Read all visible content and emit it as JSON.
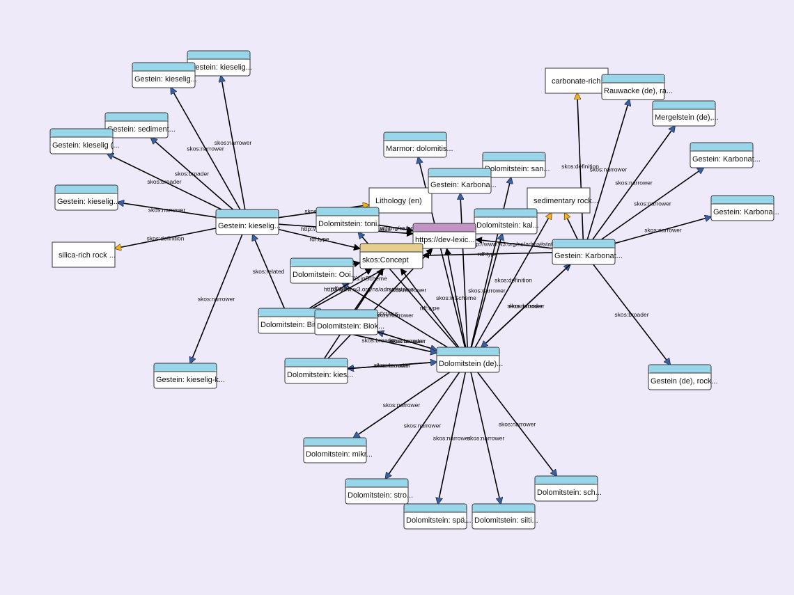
{
  "colors": {
    "background": "#eeeafa",
    "concept_header": "#9ad6ea",
    "class_header": "#e6cf8c",
    "scheme_header": "#c294c4",
    "literal_fill": "#ffffff",
    "arrow_resource": "#3a5f9e",
    "arrow_literal": "#f0b020",
    "arrow_type": "#000000"
  },
  "nodes": [
    {
      "id": "g_kies_center",
      "label": "Gestein: kieselig...",
      "kind": "concept"
    },
    {
      "id": "g_kies_t1",
      "label": "Gestein: kieselig...",
      "kind": "concept"
    },
    {
      "id": "g_kies_t2",
      "label": "Gestein: kieselig...",
      "kind": "concept"
    },
    {
      "id": "g_sediment",
      "label": "Gestein: sediment...",
      "kind": "concept"
    },
    {
      "id": "g_kies_paren",
      "label": "Gestein: kieselig (...",
      "kind": "concept"
    },
    {
      "id": "g_kies_left",
      "label": "Gestein: kieselig...",
      "kind": "concept"
    },
    {
      "id": "lit_silica",
      "label": "silica-rich rock ...",
      "kind": "literal"
    },
    {
      "id": "g_kies_k",
      "label": "Gestein: kieselig-k...",
      "kind": "concept"
    },
    {
      "id": "lit_lithology",
      "label": "Lithology (en)",
      "kind": "literal"
    },
    {
      "id": "marmor",
      "label": "Marmor: dolomitis...",
      "kind": "concept"
    },
    {
      "id": "d_san",
      "label": "Dolomitstein: san...",
      "kind": "concept"
    },
    {
      "id": "g_karb_mid",
      "label": "Gestein: Karbona...",
      "kind": "concept"
    },
    {
      "id": "lit_sedimentary",
      "label": "sedimentary rock...",
      "kind": "literal"
    },
    {
      "id": "d_toni",
      "label": "Dolomitstein: toni...",
      "kind": "concept"
    },
    {
      "id": "d_kal",
      "label": "Dolomitstein: kal...",
      "kind": "concept"
    },
    {
      "id": "scheme",
      "label": "https://dev-lexic...",
      "kind": "scheme"
    },
    {
      "id": "skos_concept",
      "label": "skos:Concept",
      "kind": "class"
    },
    {
      "id": "d_ooi",
      "label": "Dolomitstein: Ooi...",
      "kind": "concept"
    },
    {
      "id": "d_bit",
      "label": "Dolomitstein: Bit...",
      "kind": "concept"
    },
    {
      "id": "d_biok",
      "label": "Dolomitstein: Biok...",
      "kind": "concept"
    },
    {
      "id": "d_kies",
      "label": "Dolomitstein: kies...",
      "kind": "concept"
    },
    {
      "id": "d_main",
      "label": "Dolomitstein (de)...",
      "kind": "concept"
    },
    {
      "id": "d_mikr",
      "label": "Dolomitstein: mikr...",
      "kind": "concept"
    },
    {
      "id": "d_stro",
      "label": "Dolomitstein: stro...",
      "kind": "concept"
    },
    {
      "id": "d_spae",
      "label": "Dolomitstein: spä...",
      "kind": "concept"
    },
    {
      "id": "d_silti",
      "label": "Dolomitstein: silti...",
      "kind": "concept"
    },
    {
      "id": "d_sch",
      "label": "Dolomitstein: sch...",
      "kind": "concept"
    },
    {
      "id": "lit_carbonate",
      "label": "carbonate-rich r...",
      "kind": "literal"
    },
    {
      "id": "rauwacke",
      "label": "Rauwacke (de), ra...",
      "kind": "concept"
    },
    {
      "id": "mergelstein",
      "label": "Mergelstein (de),...",
      "kind": "concept"
    },
    {
      "id": "g_karb_r1",
      "label": "Gestein: Karbonat...",
      "kind": "concept"
    },
    {
      "id": "g_karb_r2",
      "label": "Gestein: Karbona...",
      "kind": "concept"
    },
    {
      "id": "g_karb_center",
      "label": "Gestein: Karbonat...",
      "kind": "concept"
    },
    {
      "id": "g_rock",
      "label": "Gestein (de), rock...",
      "kind": "concept"
    }
  ],
  "edges": [
    {
      "from": "g_kies_center",
      "to": "g_kies_t1",
      "label": "skos:narrower",
      "arrow": "resource"
    },
    {
      "from": "g_kies_center",
      "to": "g_kies_t2",
      "label": "skos:narrower",
      "arrow": "resource"
    },
    {
      "from": "g_kies_center",
      "to": "g_sediment",
      "label": "skos:broader",
      "arrow": "resource"
    },
    {
      "from": "g_kies_center",
      "to": "g_kies_paren",
      "label": "skos:broader",
      "arrow": "resource"
    },
    {
      "from": "g_kies_center",
      "to": "g_kies_left",
      "label": "skos:narrower",
      "arrow": "resource"
    },
    {
      "from": "g_kies_center",
      "to": "lit_silica",
      "label": "skos:definition",
      "arrow": "literal"
    },
    {
      "from": "g_kies_center",
      "to": "g_kies_k",
      "label": "skos:narrower",
      "arrow": "resource"
    },
    {
      "from": "g_kies_center",
      "to": "lit_lithology",
      "label": "skos:prefLabel",
      "arrow": "literal"
    },
    {
      "from": "g_kies_center",
      "to": "scheme",
      "label": "http://www.w3.org/ns/adms#status",
      "arrow": "type"
    },
    {
      "from": "g_kies_center",
      "to": "skos_concept",
      "label": "rdf:type",
      "arrow": "type"
    },
    {
      "from": "d_bit",
      "to": "g_kies_center",
      "label": "skos:related",
      "arrow": "resource"
    },
    {
      "from": "d_main",
      "to": "marmor",
      "label": "",
      "arrow": "resource"
    },
    {
      "from": "d_main",
      "to": "d_san",
      "label": "",
      "arrow": "resource"
    },
    {
      "from": "d_main",
      "to": "g_karb_mid",
      "label": "",
      "arrow": "resource"
    },
    {
      "from": "d_main",
      "to": "lit_sedimentary",
      "label": "skos:definition",
      "arrow": "literal"
    },
    {
      "from": "d_main",
      "to": "d_toni",
      "label": "skos:narrower",
      "arrow": "resource"
    },
    {
      "from": "d_main",
      "to": "d_kal",
      "label": "skos:narrower",
      "arrow": "resource"
    },
    {
      "from": "d_main",
      "to": "scheme",
      "label": "skos:inScheme",
      "arrow": "type"
    },
    {
      "from": "d_main",
      "to": "skos_concept",
      "label": "rdf:type",
      "arrow": "type"
    },
    {
      "from": "d_main",
      "to": "d_ooi",
      "label": "skos:narrower",
      "arrow": "resource"
    },
    {
      "from": "d_main",
      "to": "d_biok",
      "label": "skos:narrower",
      "arrow": "resource"
    },
    {
      "from": "d_main",
      "to": "d_kies",
      "label": "skos:narrower",
      "arrow": "resource"
    },
    {
      "from": "d_main",
      "to": "d_mikr",
      "label": "skos:narrower",
      "arrow": "resource"
    },
    {
      "from": "d_main",
      "to": "d_stro",
      "label": "skos:narrower",
      "arrow": "resource"
    },
    {
      "from": "d_main",
      "to": "d_spae",
      "label": "skos:narrower",
      "arrow": "resource"
    },
    {
      "from": "d_main",
      "to": "d_silti",
      "label": "skos:narrower",
      "arrow": "resource"
    },
    {
      "from": "d_main",
      "to": "d_sch",
      "label": "skos:narrower",
      "arrow": "resource"
    },
    {
      "from": "d_main",
      "to": "g_karb_center",
      "label": "skos:broader",
      "arrow": "resource"
    },
    {
      "from": "d_biok",
      "to": "d_main",
      "label": "skos:broader",
      "arrow": "resource"
    },
    {
      "from": "d_kies",
      "to": "d_main",
      "label": "skos:broader",
      "arrow": "resource"
    },
    {
      "from": "d_bit",
      "to": "d_main",
      "label": "skos:broader",
      "arrow": "resource"
    },
    {
      "from": "d_bit",
      "to": "skos_concept",
      "label": "rdf:type",
      "arrow": "type"
    },
    {
      "from": "d_bit",
      "to": "scheme",
      "label": "skos:inScheme",
      "arrow": "type"
    },
    {
      "from": "d_biok",
      "to": "skos_concept",
      "label": "http://www.w3.org/ns/adms#status",
      "arrow": "type"
    },
    {
      "from": "d_kies",
      "to": "skos_concept",
      "label": "http://www.w3.org/ns/adms#status",
      "arrow": "type"
    },
    {
      "from": "d_kies",
      "to": "scheme",
      "label": "",
      "arrow": "type"
    },
    {
      "from": "d_ooi",
      "to": "skos_concept",
      "label": "",
      "arrow": "type"
    },
    {
      "from": "d_toni",
      "to": "lit_lithology",
      "label": "skos:prefLabel",
      "arrow": "literal"
    },
    {
      "from": "d_toni",
      "to": "scheme",
      "label": "http://www.w3.org/ns/adms#status",
      "arrow": "type"
    },
    {
      "from": "d_kal",
      "to": "scheme",
      "label": "skos:related",
      "arrow": "type"
    },
    {
      "from": "g_karb_center",
      "to": "lit_carbonate",
      "label": "skos:definition",
      "arrow": "literal"
    },
    {
      "from": "g_karb_center",
      "to": "rauwacke",
      "label": "skos:narrower",
      "arrow": "resource"
    },
    {
      "from": "g_karb_center",
      "to": "mergelstein",
      "label": "skos:narrower",
      "arrow": "resource"
    },
    {
      "from": "g_karb_center",
      "to": "g_karb_r1",
      "label": "skos:narrower",
      "arrow": "resource"
    },
    {
      "from": "g_karb_center",
      "to": "g_karb_r2",
      "label": "skos:narrower",
      "arrow": "resource"
    },
    {
      "from": "g_karb_center",
      "to": "g_rock",
      "label": "skos:broader",
      "arrow": "resource"
    },
    {
      "from": "g_karb_center",
      "to": "lit_sedimentary",
      "label": "",
      "arrow": "literal"
    },
    {
      "from": "g_karb_center",
      "to": "scheme",
      "label": "http://www.w3.org/ns/adms#status",
      "arrow": "type"
    },
    {
      "from": "g_karb_center",
      "to": "skos_concept",
      "label": "rdf:type",
      "arrow": "type"
    },
    {
      "from": "g_karb_center",
      "to": "d_main",
      "label": "skos:narrower",
      "arrow": "resource"
    }
  ]
}
